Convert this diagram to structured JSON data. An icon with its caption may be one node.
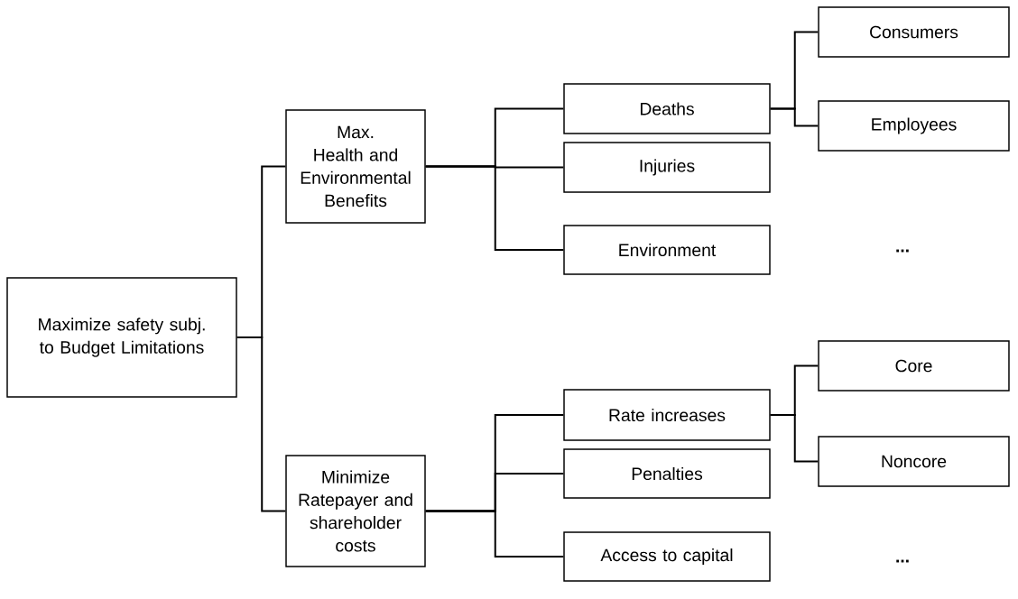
{
  "diagram": {
    "nodes": [
      {
        "text": [
          "Maximize safety subj. to Budget Limitations"
        ]
      },
      {
        "text": [
          "Max. Health and Environmental Benefits"
        ]
      },
      {
        "text": [
          "Minimize Ratepayer and shareholder costs"
        ]
      },
      {
        "text": [
          "Deaths"
        ]
      },
      {
        "text": [
          "Injuries"
        ]
      },
      {
        "text": [
          "Environment"
        ]
      },
      {
        "text": [
          "Consumers"
        ]
      },
      {
        "text": [
          "Employees"
        ]
      },
      {
        "text": [
          "Rate increases"
        ]
      },
      {
        "text": [
          "Penalties"
        ]
      },
      {
        "text": [
          "Access to capital"
        ]
      },
      {
        "text": [
          "Core"
        ]
      },
      {
        "text": [
          "Noncore"
        ]
      }
    ],
    "edges": [
      {
        "from": 0,
        "to": 1,
        "arrow": "none"
      },
      {
        "from": 0,
        "to": 2,
        "arrow": "none"
      },
      {
        "from": 1,
        "to": 3,
        "arrow": "none"
      },
      {
        "from": 1,
        "to": 4,
        "arrow": "none"
      },
      {
        "from": 1,
        "to": 5,
        "arrow": "none"
      },
      {
        "from": 3,
        "to": 6,
        "arrow": "none"
      },
      {
        "from": 3,
        "to": 7,
        "arrow": "none"
      },
      {
        "from": 2,
        "to": 8,
        "arrow": "none"
      },
      {
        "from": 2,
        "to": 9,
        "arrow": "none"
      },
      {
        "from": 2,
        "to": 10,
        "arrow": "none"
      },
      {
        "from": 8,
        "to": 11,
        "arrow": "none"
      },
      {
        "from": 8,
        "to": 12,
        "arrow": "none"
      }
    ],
    "labels": [
      "...",
      "..."
    ]
  }
}
